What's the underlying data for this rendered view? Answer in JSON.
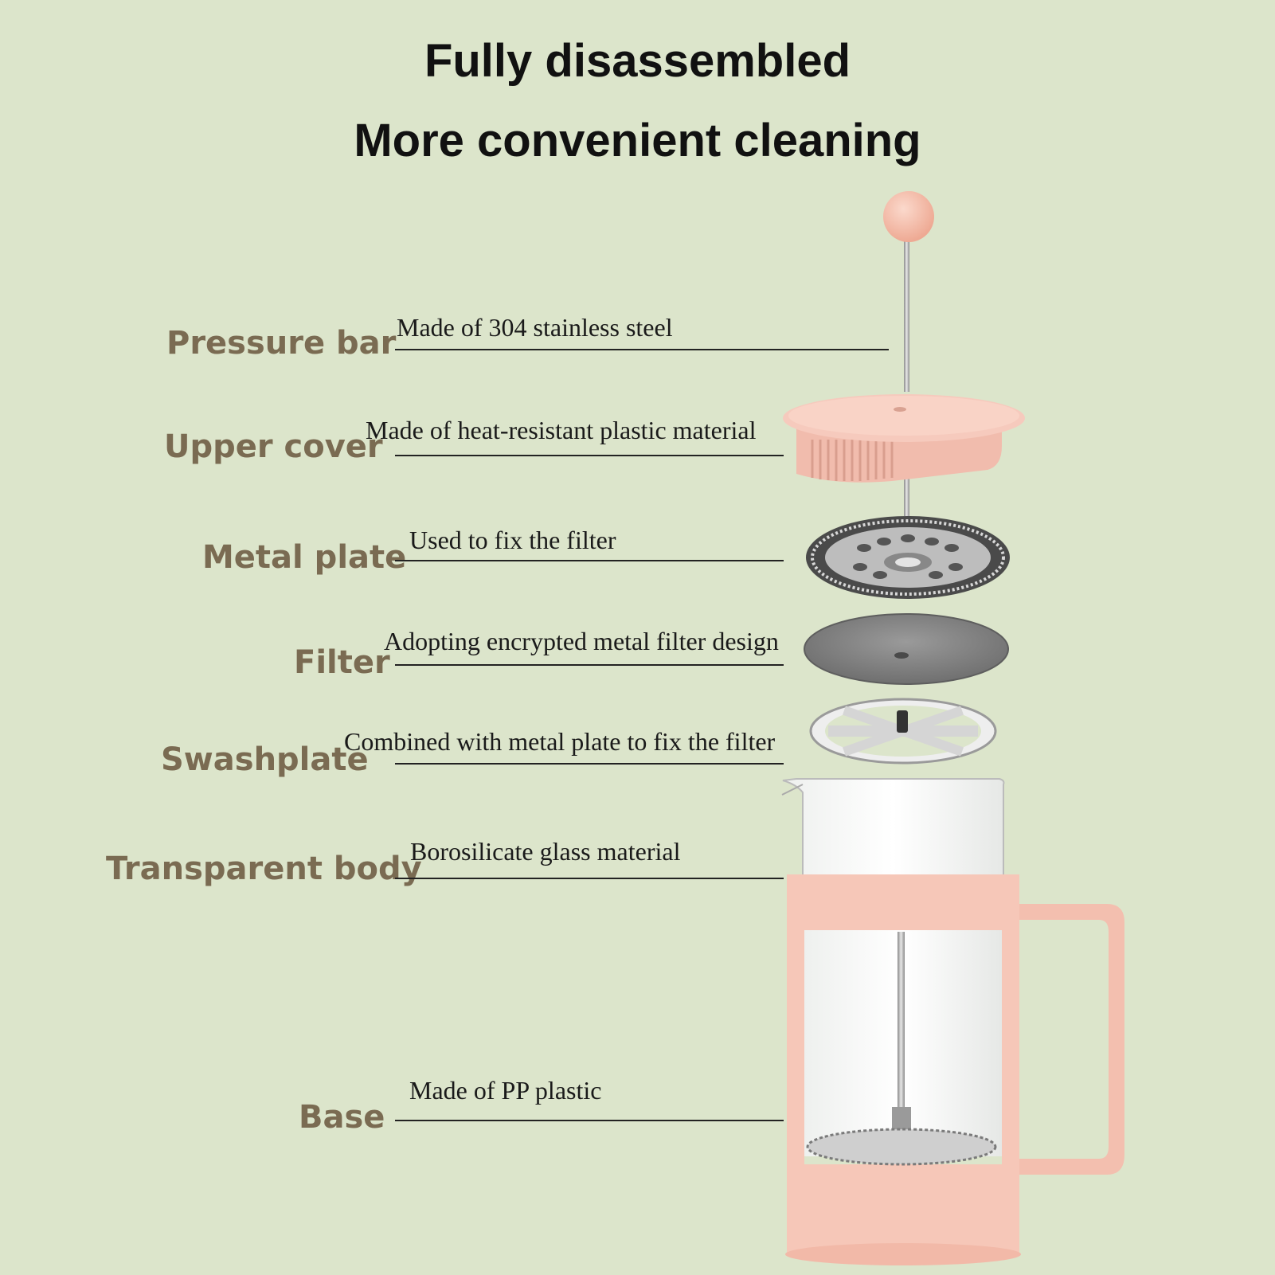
{
  "heading": {
    "line1": "Fully disassembled",
    "line2": "More convenient cleaning"
  },
  "parts": [
    {
      "name": "Pressure bar",
      "description": "Made of 304 stainless steel"
    },
    {
      "name": "Upper cover",
      "description": "Made of heat-resistant plastic material"
    },
    {
      "name": "Metal plate",
      "description": "Used to fix the filter"
    },
    {
      "name": "Filter",
      "description": "Adopting encrypted metal filter design"
    },
    {
      "name": "Swashplate",
      "description": "Combined with metal plate to fix the filter"
    },
    {
      "name": "Transparent body",
      "description": "Borosilicate glass material"
    },
    {
      "name": "Base",
      "description": "Made of PP plastic"
    }
  ],
  "colors": {
    "background": "#dce5cb",
    "label_text": "#7a6b52",
    "product_pink": "#f6c7b8",
    "steel": "#9c9c9c"
  }
}
